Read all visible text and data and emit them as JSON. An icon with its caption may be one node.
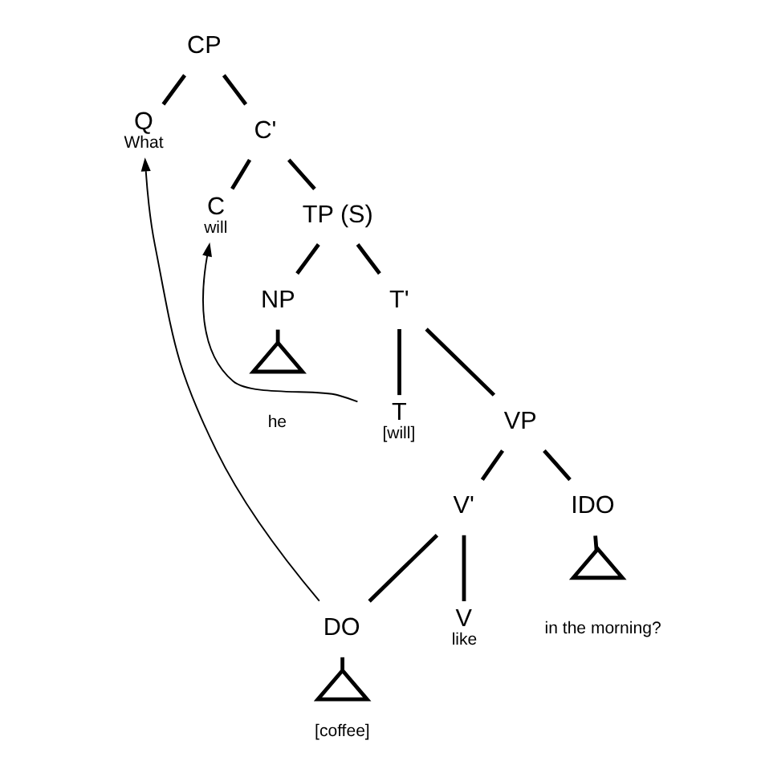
{
  "diagram": {
    "nodes": [
      {
        "text": [
          "CP"
        ]
      },
      {
        "text": [
          "Q",
          "What"
        ]
      },
      {
        "text": [
          "C'"
        ]
      },
      {
        "text": [
          "C",
          "will"
        ]
      },
      {
        "text": [
          "TP (S)"
        ]
      },
      {
        "text": [
          "NP"
        ]
      },
      {
        "text": [],
        "shape": "triangle",
        "beside": [
          "he"
        ]
      },
      {
        "text": [
          "T'"
        ]
      },
      {
        "text": [
          "T",
          "[will]"
        ]
      },
      {
        "text": [
          "VP"
        ]
      },
      {
        "text": [
          "V'"
        ]
      },
      {
        "text": [
          "IDO"
        ]
      },
      {
        "text": [],
        "shape": "triangle",
        "beside": [
          "in the morning?"
        ]
      },
      {
        "text": [
          "V",
          "like"
        ]
      },
      {
        "text": [
          "DO"
        ]
      },
      {
        "text": [],
        "shape": "triangle",
        "beside": [
          "[coffee]"
        ]
      }
    ],
    "edges": [
      {
        "from": 0,
        "to": 1,
        "arrow": "none"
      },
      {
        "from": 0,
        "to": 2,
        "arrow": "none"
      },
      {
        "from": 2,
        "to": 3,
        "arrow": "none"
      },
      {
        "from": 2,
        "to": 4,
        "arrow": "none"
      },
      {
        "from": 4,
        "to": 5,
        "arrow": "none"
      },
      {
        "from": 5,
        "to": 6,
        "arrow": "none"
      },
      {
        "from": 4,
        "to": 7,
        "arrow": "none"
      },
      {
        "from": 7,
        "to": 8,
        "arrow": "none"
      },
      {
        "from": 7,
        "to": 9,
        "arrow": "none"
      },
      {
        "from": 9,
        "to": 10,
        "arrow": "none"
      },
      {
        "from": 9,
        "to": 11,
        "arrow": "none"
      },
      {
        "from": 11,
        "to": 12,
        "arrow": "none"
      },
      {
        "from": 10,
        "to": 13,
        "arrow": "none"
      },
      {
        "from": 10,
        "to": 14,
        "arrow": "none"
      },
      {
        "from": 14,
        "to": 15,
        "arrow": "none"
      },
      {
        "from": 8,
        "to": 3,
        "arrow": "to"
      },
      {
        "from": 14,
        "to": 1,
        "arrow": "to"
      }
    ]
  }
}
